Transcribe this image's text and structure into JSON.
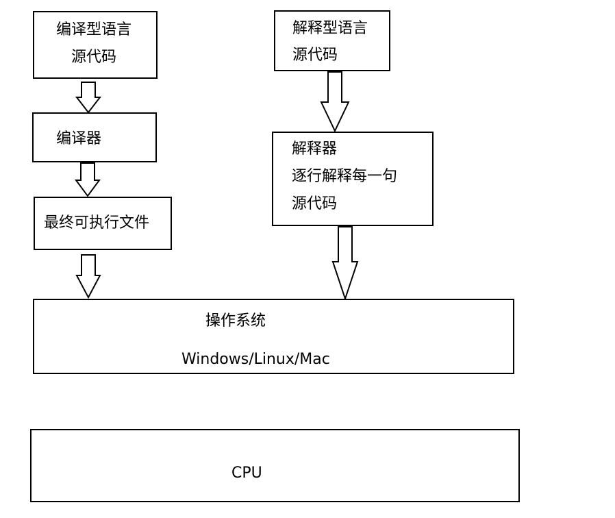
{
  "compiled": {
    "source_line1": "编译型语言",
    "source_line2": "源代码",
    "compiler": "编译器",
    "executable": "最终可执行文件"
  },
  "interpreted": {
    "source_line1": "解释型语言",
    "source_line2": "源代码",
    "interpreter_line1": "解释器",
    "interpreter_line2": "逐行解释每一句",
    "interpreter_line3": "源代码"
  },
  "os": {
    "title": "操作系统",
    "examples": "Windows/Linux/Mac"
  },
  "cpu": {
    "label": "CPU"
  }
}
